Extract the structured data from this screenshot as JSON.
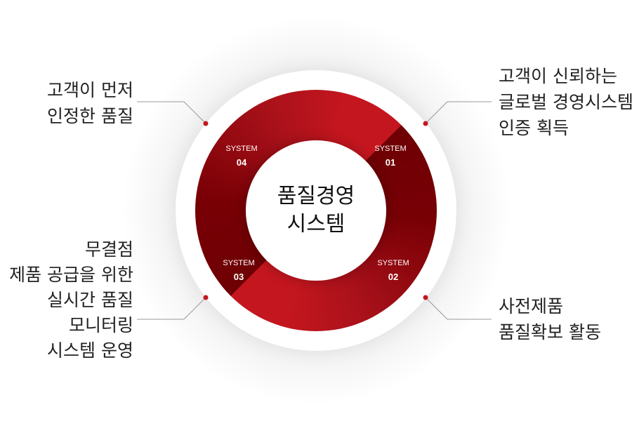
{
  "center": {
    "line1": "품질경영",
    "line2": "시스템"
  },
  "systems": [
    {
      "label": "SYSTEM",
      "number": "01"
    },
    {
      "label": "SYSTEM",
      "number": "02"
    },
    {
      "label": "SYSTEM",
      "number": "03"
    },
    {
      "label": "SYSTEM",
      "number": "04"
    }
  ],
  "callouts": {
    "top_left": [
      "고객이 먼저",
      "인정한 품질"
    ],
    "top_right": [
      "고객이 신뢰하는",
      "글로벌 경영시스템",
      "인증 획득"
    ],
    "bottom_right": [
      "사전제품",
      "품질확보 활동"
    ],
    "bottom_left": [
      "무결점",
      "제품 공급을 위한",
      "실시간 품질",
      "모니터링",
      "시스템 운영"
    ]
  },
  "colors": {
    "accent": "#c4161f",
    "dark": "#750005"
  }
}
